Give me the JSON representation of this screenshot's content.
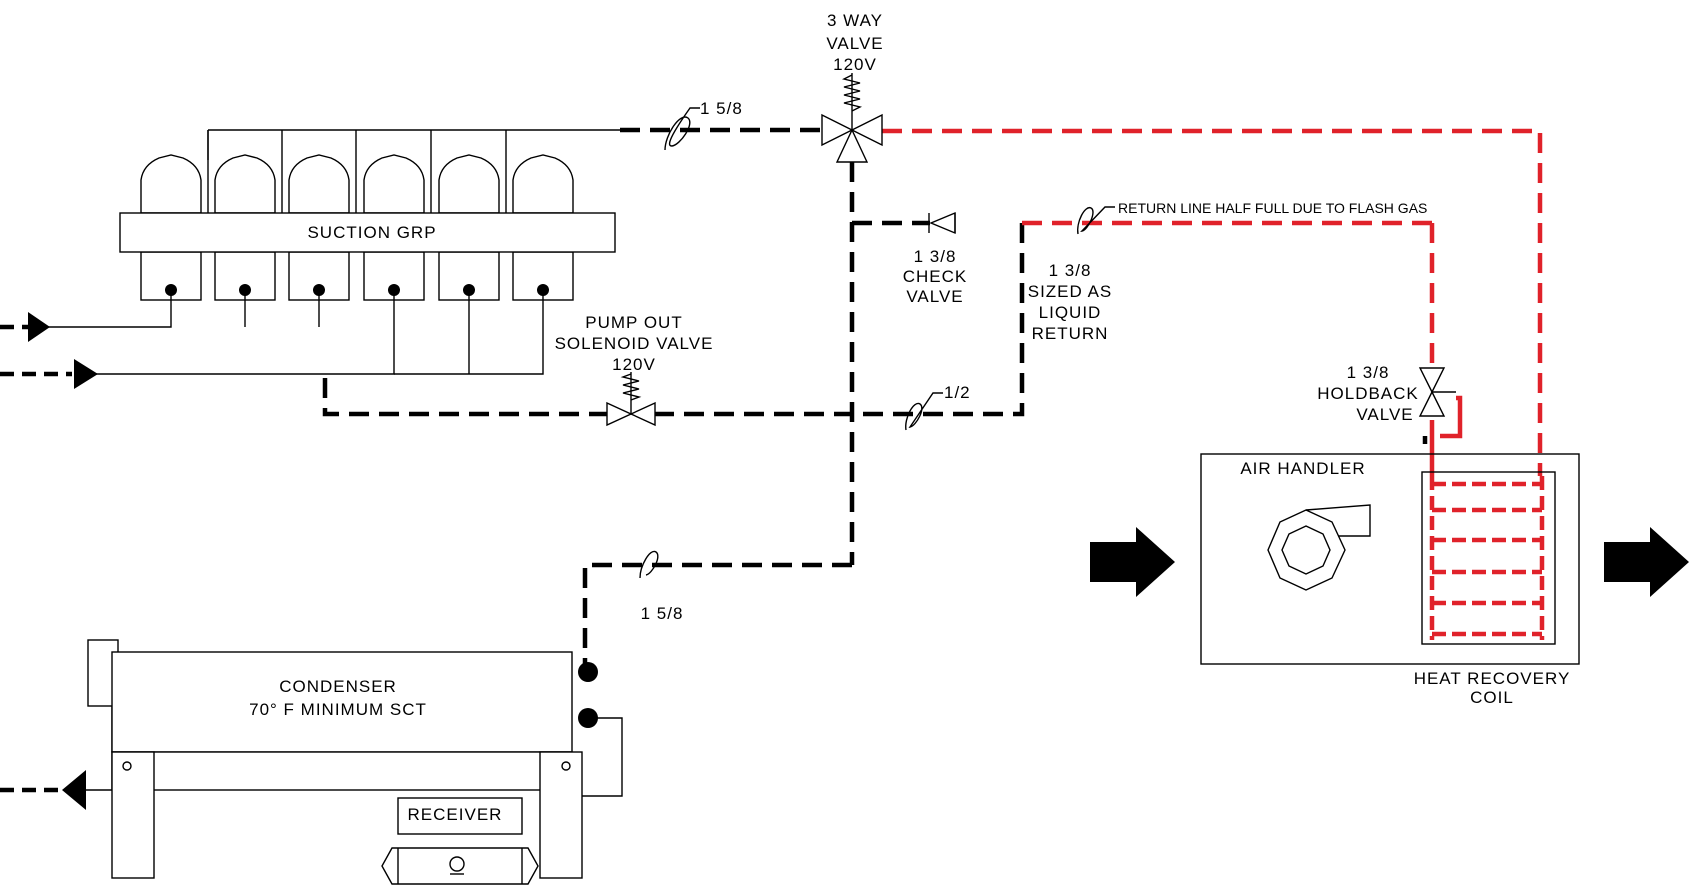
{
  "labels": {
    "three_way_valve": [
      "3 WAY",
      "VALVE",
      "120V"
    ],
    "pipe_top": "1 5/8",
    "suction_group": "SUCTION GRP",
    "return_note": "RETURN LINE HALF FULL DUE TO FLASH GAS",
    "check_valve": [
      "1 3/8",
      "CHECK",
      "VALVE"
    ],
    "liquid_return": [
      "1 3/8",
      "SIZED AS",
      "LIQUID",
      "RETURN"
    ],
    "pump_out_valve": [
      "PUMP OUT",
      "SOLENOID VALVE",
      "120V"
    ],
    "pipe_half": "1/2",
    "holdback_valve": [
      "1 3/8",
      "HOLDBACK",
      "VALVE"
    ],
    "air_handler": "AIR HANDLER",
    "pipe_bottom": "1 5/8",
    "condenser": [
      "CONDENSER",
      "70° F MINIMUM SCT"
    ],
    "heat_recovery_coil": [
      "HEAT RECOVERY",
      "COIL"
    ],
    "receiver": "RECEIVER"
  },
  "colors": {
    "hot_gas": "#e0222a",
    "piping": "#000000"
  }
}
